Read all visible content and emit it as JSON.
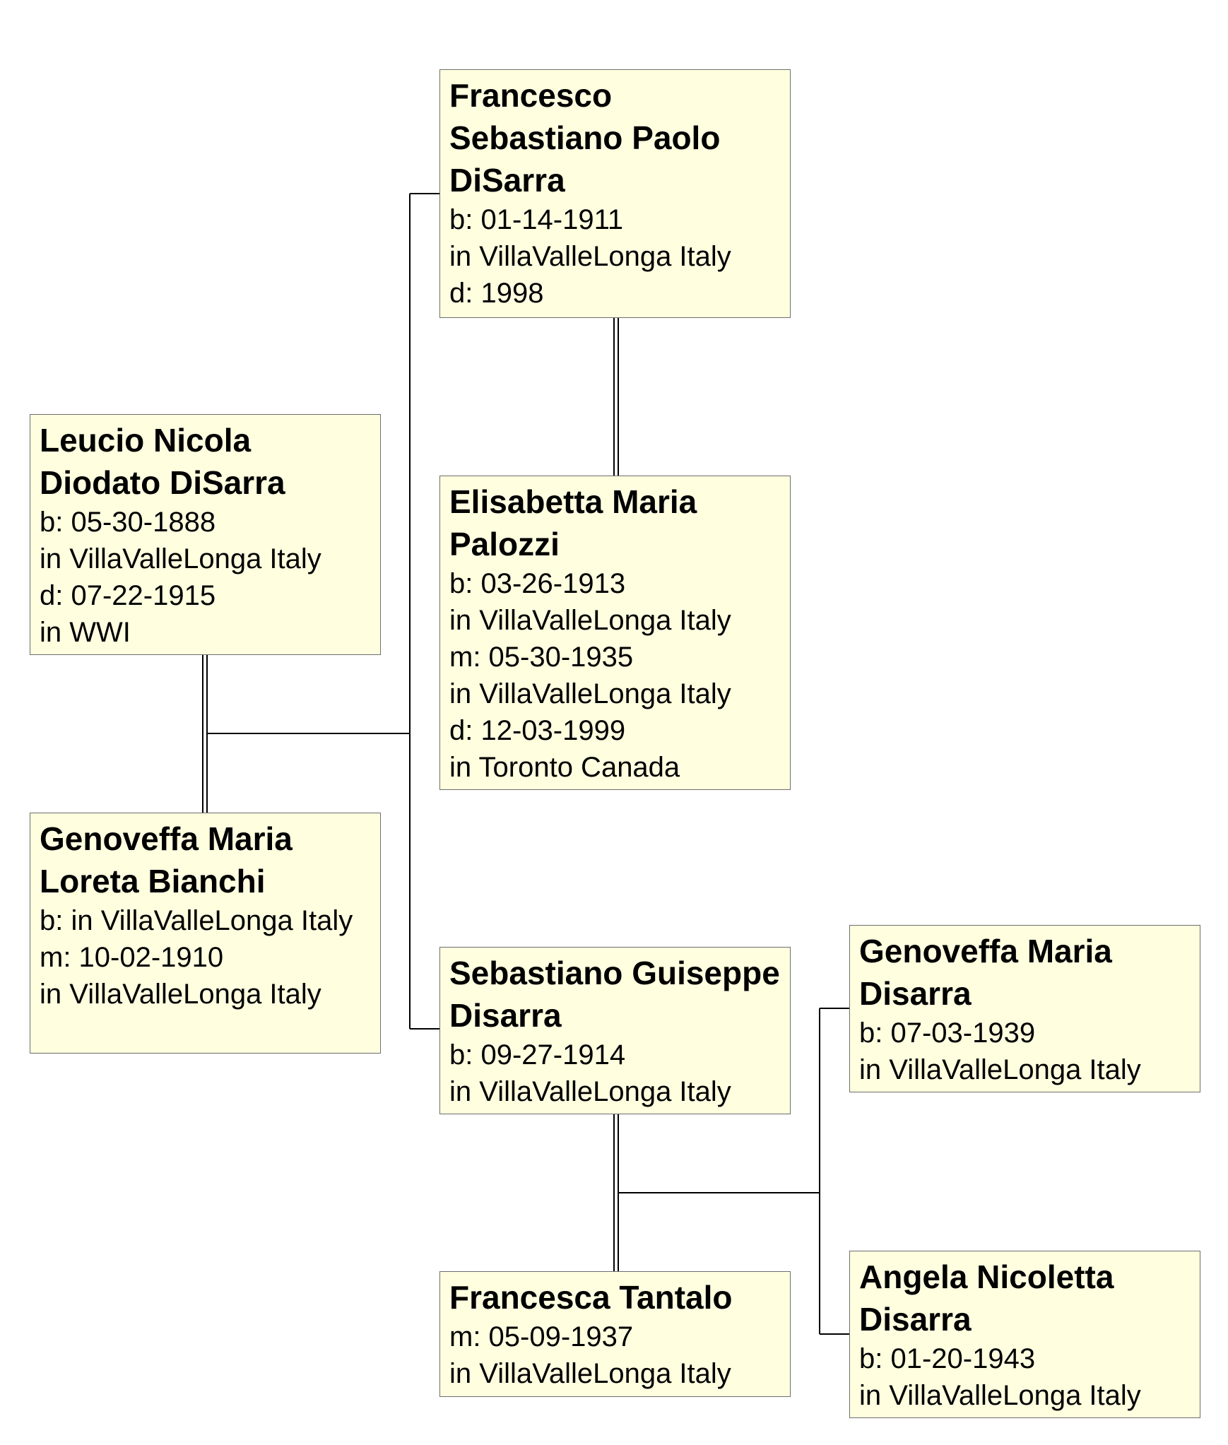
{
  "people": {
    "francesco": {
      "name": "Francesco Sebastiano Paolo DiSarra",
      "lines": [
        "b: 01-14-1911",
        "in VillaValleLonga Italy",
        "d: 1998"
      ]
    },
    "elisabetta": {
      "name": "Elisabetta Maria Palozzi",
      "lines": [
        "b: 03-26-1913",
        "in VillaValleLonga Italy",
        "m: 05-30-1935",
        "in VillaValleLonga Italy",
        "d: 12-03-1999",
        "in Toronto Canada"
      ]
    },
    "leucio": {
      "name": "Leucio Nicola Diodato DiSarra",
      "lines": [
        "b: 05-30-1888",
        "in VillaValleLonga Italy",
        "d: 07-22-1915",
        "in WWI"
      ]
    },
    "genoveffa_bianchi": {
      "name": "Genoveffa Maria Loreta Bianchi",
      "lines": [
        "b: in VillaValleLonga Italy",
        "m: 10-02-1910",
        "in VillaValleLonga Italy"
      ]
    },
    "sebastiano": {
      "name": "Sebastiano Guiseppe Disarra",
      "lines": [
        "b: 09-27-1914",
        "in VillaValleLonga Italy"
      ]
    },
    "francesca": {
      "name": "Francesca Tantalo",
      "lines": [
        "m: 05-09-1937",
        "in VillaValleLonga Italy"
      ]
    },
    "genoveffa_disarra": {
      "name": "Genoveffa Maria Disarra",
      "lines": [
        "b: 07-03-1939",
        "in VillaValleLonga Italy"
      ]
    },
    "angela": {
      "name": "Angela Nicoletta Disarra",
      "lines": [
        "b: 01-20-1943",
        "in VillaValleLonga Italy"
      ]
    }
  },
  "colors": {
    "box_fill": "#ffffe0",
    "box_border": "#6e6e6e",
    "connector": "#000000"
  }
}
